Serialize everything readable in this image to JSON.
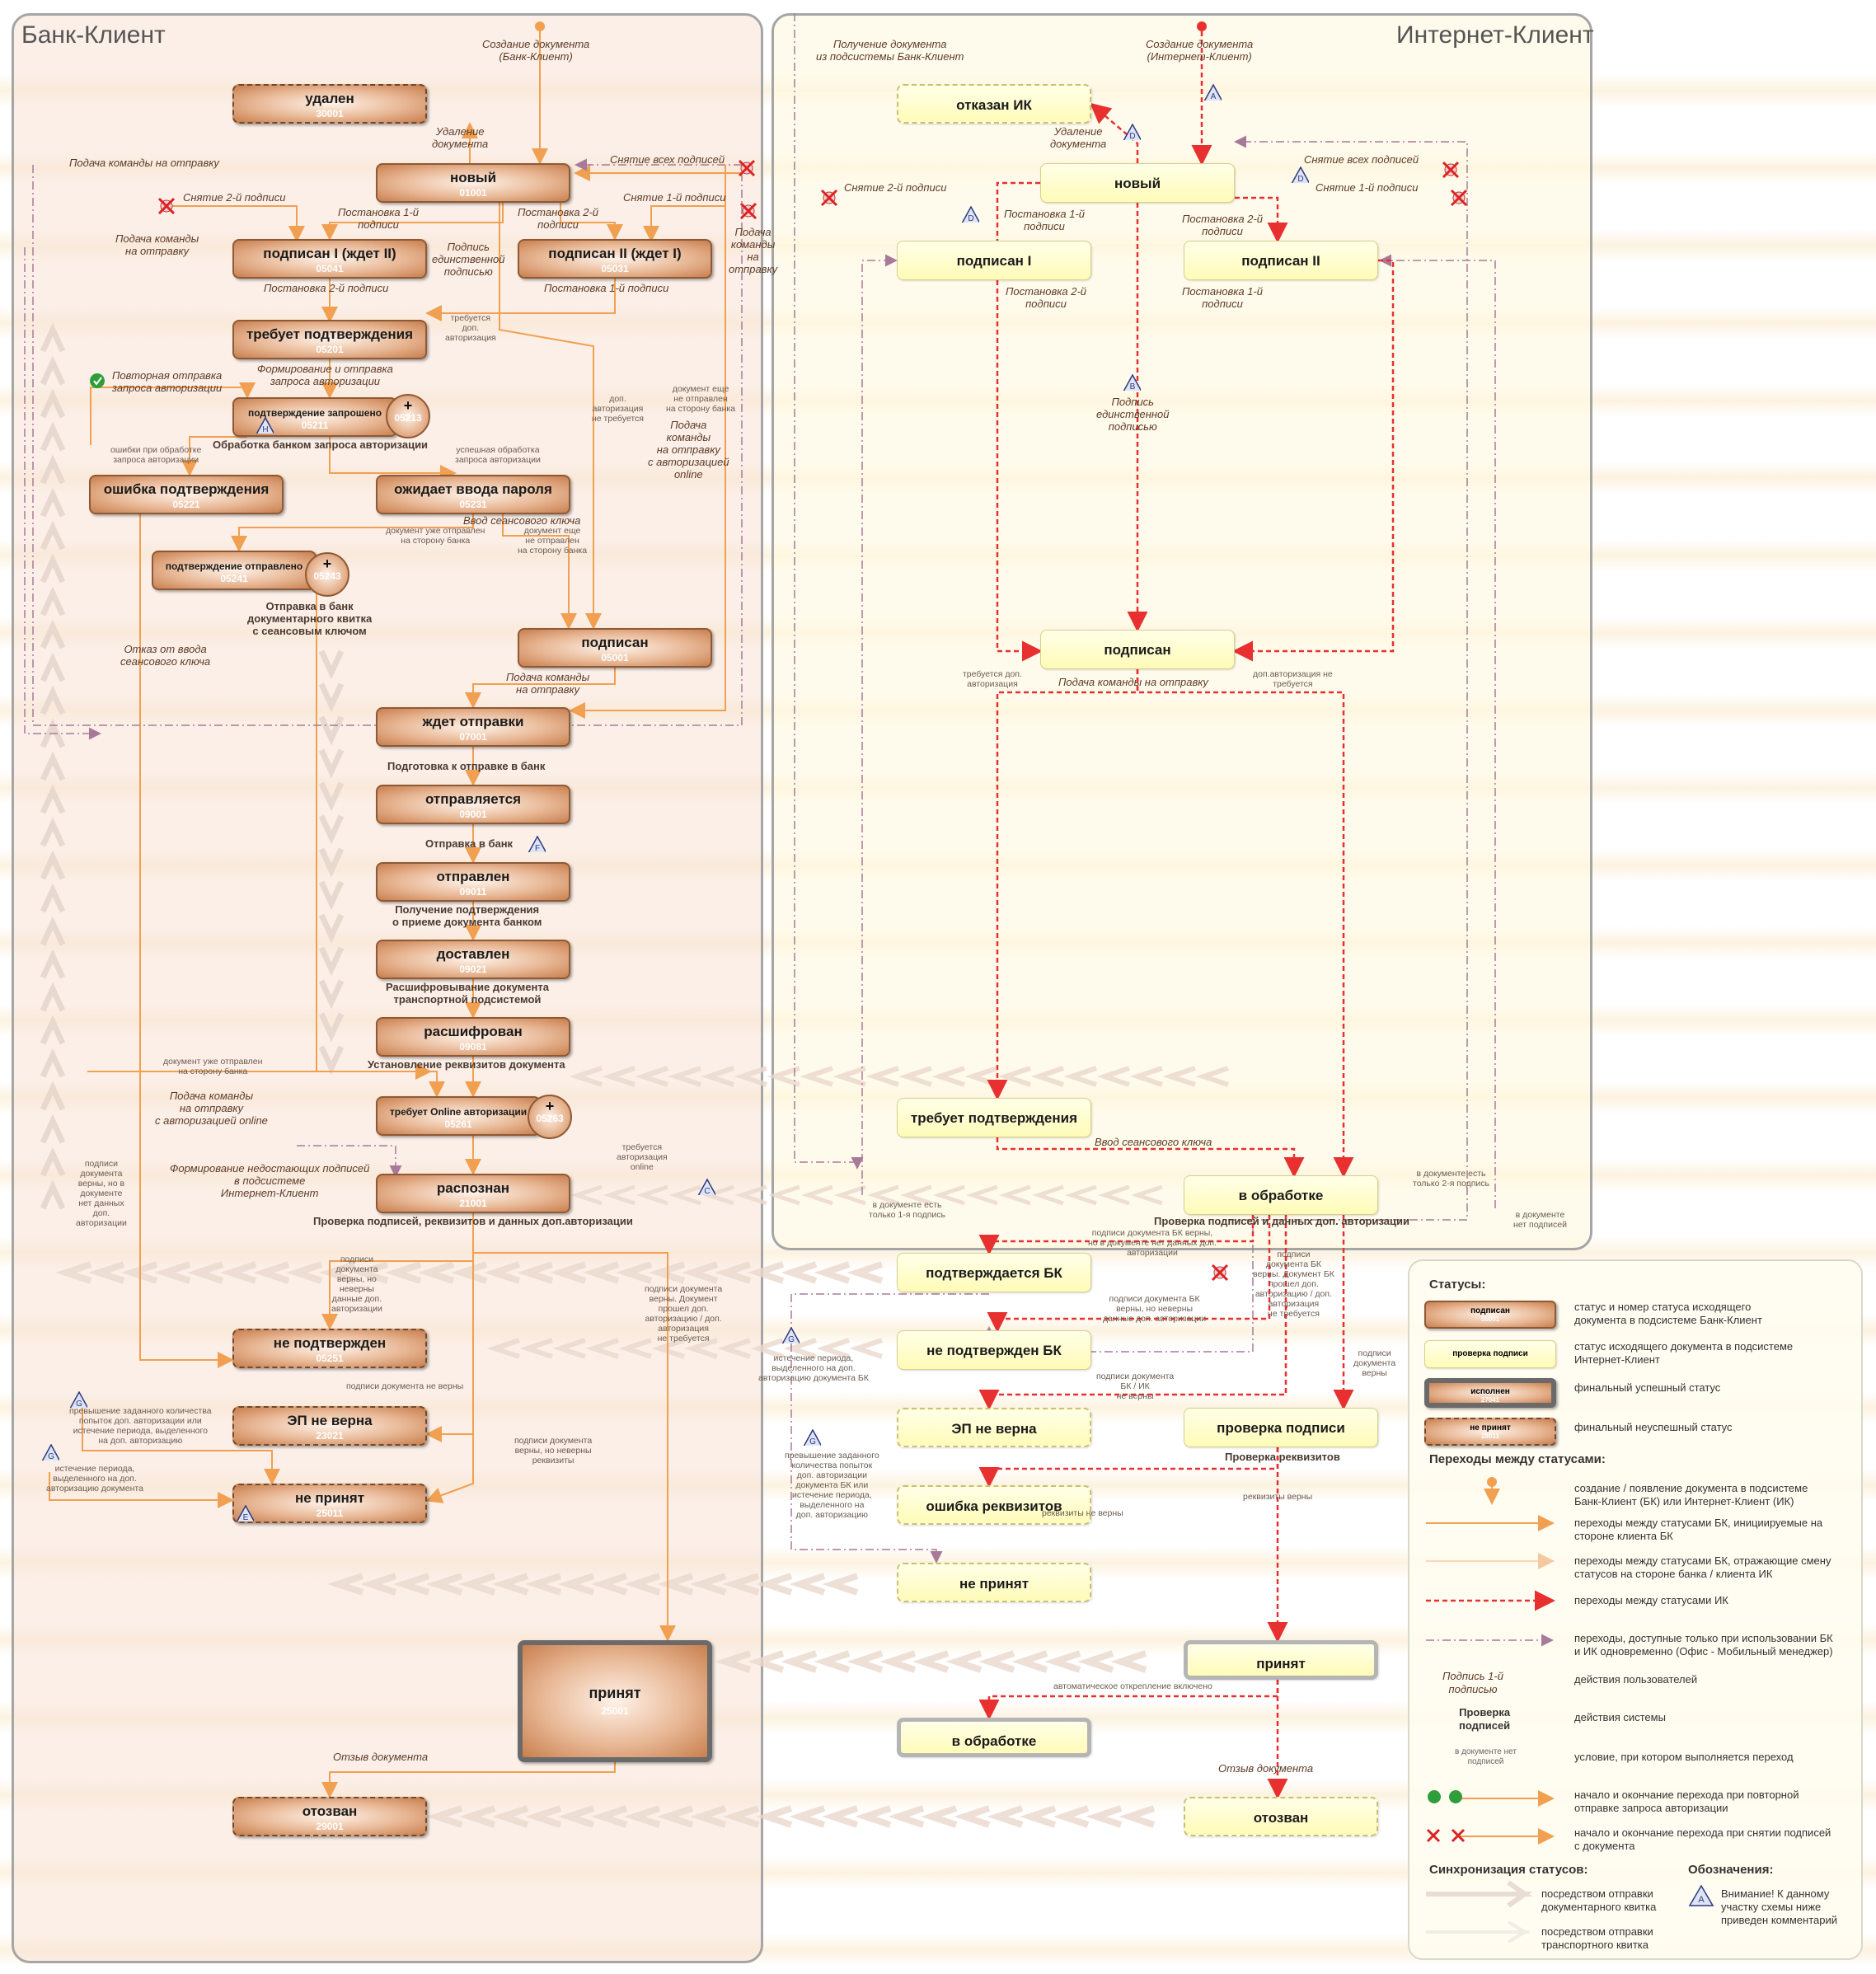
{
  "swimlanes": {
    "bank_client": "Банк-Клиент",
    "internet_client": "Интернет-Клиент"
  },
  "bk_statuses": [
    {
      "id": "udalen",
      "name": "удален",
      "code": "30001"
    },
    {
      "id": "noviy",
      "name": "новый",
      "code": "01001"
    },
    {
      "id": "podpisan1",
      "name": "подписан I (ждет II)",
      "code": "05041"
    },
    {
      "id": "podpisan2",
      "name": "подписан II (ждет I)",
      "code": "05031"
    },
    {
      "id": "trebuet",
      "name": "требует подтверждения",
      "code": "05201"
    },
    {
      "id": "zaprosheno",
      "name": "подтверждение запрошено",
      "code": "05211"
    },
    {
      "id": "oshibka",
      "name": "ошибка подтверждения",
      "code": "05221"
    },
    {
      "id": "ojidaet",
      "name": "ожидает ввода пароля",
      "code": "05231"
    },
    {
      "id": "otpravleno",
      "name": "подтверждение отправлено",
      "code": "05241"
    },
    {
      "id": "podpisan",
      "name": "подписан",
      "code": "05001"
    },
    {
      "id": "jdet",
      "name": "ждет отправки",
      "code": "07001"
    },
    {
      "id": "otpravlyaetsya",
      "name": "отправляется",
      "code": "09001"
    },
    {
      "id": "otpravlen",
      "name": "отправлен",
      "code": "09011"
    },
    {
      "id": "dostavlen",
      "name": "доставлен",
      "code": "09021"
    },
    {
      "id": "rasshifrovan",
      "name": "расшифрован",
      "code": "09081"
    },
    {
      "id": "online",
      "name": "требует Online авторизации",
      "code": "05261"
    },
    {
      "id": "raspoznan",
      "name": "распознан",
      "code": "21001"
    },
    {
      "id": "nepodtv",
      "name": "не подтвержден",
      "code": "05251"
    },
    {
      "id": "epneverna",
      "name": "ЭП не верна",
      "code": "23021"
    },
    {
      "id": "neprinyat",
      "name": "не принят",
      "code": "25011"
    },
    {
      "id": "prinyat",
      "name": "принят",
      "code": "25001"
    },
    {
      "id": "otozvan",
      "name": "отозван",
      "code": "29001"
    }
  ],
  "bk_circles": [
    {
      "id": "c05213",
      "code": "05213"
    },
    {
      "id": "c05243",
      "code": "05243"
    },
    {
      "id": "c05263",
      "code": "05263"
    }
  ],
  "ik_statuses": [
    {
      "id": "otkazan",
      "name": "отказан ИК"
    },
    {
      "id": "noviy",
      "name": "новый"
    },
    {
      "id": "podpisan1",
      "name": "подписан I"
    },
    {
      "id": "podpisan2",
      "name": "подписан II"
    },
    {
      "id": "podpisan",
      "name": "подписан"
    },
    {
      "id": "trebuet",
      "name": "требует подтверждения"
    },
    {
      "id": "obrabotka",
      "name": "в обработке"
    },
    {
      "id": "podtvBK",
      "name": "подтверждается БК"
    },
    {
      "id": "nepodtvBK",
      "name": "не подтвержден БК"
    },
    {
      "id": "epneverna",
      "name": "ЭП не верна"
    },
    {
      "id": "proverka",
      "name": "проверка подписи"
    },
    {
      "id": "oshibka",
      "name": "ошибка реквизитов"
    },
    {
      "id": "neprinyat",
      "name": "не принят"
    },
    {
      "id": "prinyat",
      "name": "принят"
    },
    {
      "id": "obrabotka2",
      "name": "в обработке"
    },
    {
      "id": "otozvan",
      "name": "отозван"
    }
  ],
  "labels": {
    "l1": "Создание документа\n(Банк-Клиент)",
    "l2": "Удаление\nдокумента",
    "l3": "Подача команды на отправку",
    "l4": "Снятие всех подписей",
    "l5": "Снятие 2-й подписи",
    "l6": "Постановка 1-й\nподписи",
    "l7": "Постановка 2-й\nподписи",
    "l8": "Снятие 1-й подписи",
    "l9": "Подача команды\nна отправку",
    "l10": "Подпись\nединственной\nподписью",
    "l11": "Подача\nкоманды\nна\nотправку",
    "l12": "Постановка 2-й подписи",
    "l13": "Постановка 1-й подписи",
    "l14": "Формирование и отправка\nзапроса авторизации",
    "l15": "Повторная отправка\nзапроса авторизации",
    "l16": "Подача\nкоманды\nна отправку\nс авторизацией\nonline",
    "l17": "Ввод сеансового ключа",
    "l18": "Отказ от ввода\nсеансового ключа",
    "l19": "Подача команды\nна отправку",
    "l20": "Подача команды\nна отправку\nс авторизацией online",
    "l21": "Формирование недостающих подписей\nв подсистеме\nИнтернет-Клиент",
    "l22": "Отзыв документа",
    "l23": "Получение документа\nиз подсистемы Банк-Клиент",
    "l24": "Создание документа\n(Интернет-Клиент)",
    "l25": "Удаление\nдокумента",
    "l26": "Снятие всех подписей",
    "l27": "Снятие 2-й подписи",
    "l28": "Постановка 1-й\nподписи",
    "l29": "Постановка 2-й\nподписи",
    "l30": "Снятие 1-й подписи",
    "l31": "Постановка 2-й\nподписи",
    "l32": "Постановка 1-й\nподписи",
    "l33": "Подпись\nединственной\nподписью",
    "l34": "Подача команды на отправку",
    "l35": "Ввод сеансового ключа",
    "l36": "Отзыв документа",
    "s1": "Обработка банком запроса авторизации",
    "s2": "Отправка в банк\nдокументарного квитка\nс сеансовым ключом",
    "s3": "Подготовка к отправке в банк",
    "s4": "Отправка в банк",
    "s5": "Получение подтверждения\nо приеме документа банком",
    "s6": "Расшифровывание документа\nтранспортной подсистемой",
    "s7": "Установление реквизитов документа",
    "s8": "Проверка подписей, реквизитов и данных доп.авторизации",
    "s9": "Проверка подписей и данных доп. авторизации",
    "s10": "Проверка реквизитов",
    "c1": "требуется\nдоп.\nавторизация",
    "c2": "доп.\nавторизация\nне требуется",
    "c3": "документ еще\nне отправлен\nна сторону банка",
    "c4": "ошибки при обработке\nзапроса авторизации",
    "c5": "успешная обработка\nзапроса авторизации",
    "c6": "документ уже отправлен\nна сторону банка",
    "c7": "документ еще\nне отправлен\nна сторону банка",
    "c8": "документ уже отправлен\nна сторону банка",
    "c9": "требуется\nавторизация\nonline",
    "c10": "подписи\nдокумента\nверны, но в\nдокументе\nнет данных\nдоп.\nавторизации",
    "c11": "подписи\nдокумента\nверны, но\nневерны\nданные доп.\nавторизации",
    "c12": "подписи документа\nверны. Документ\nпрошел доп.\nавторизацию / доп.\nавторизация\nне требуется",
    "c13": "подписи документа не верны",
    "c14": "подписи документа\nверны, но неверны\nреквизиты",
    "c15": "превышение заданного количества\nпопыток доп. авторизации или\nистечение периода, выделенного\nна доп. авторизацию",
    "c16": "истечение периода,\nвыделенного на доп.\nавторизацию документа",
    "c17": "требуется доп.\nавторизация",
    "c18": "доп.авторизация не\nтребуется",
    "c19": "в документе есть\nтолько 2-я подпись",
    "c20": "в документе есть\nтолько 1-я подпись",
    "c21": "в документе\nнет подписей",
    "c22": "подписи документа БК верны,\nно в документе нет данных доп.\nавторизации",
    "c23": "подписи\nдокумента БК\nверны. Документ БК\nпрошел доп.\nавторизацию / доп.\nавторизация\nне требуется",
    "c24": "подписи документа БК\nверны, но неверны\nданные доп. авторизации",
    "c25": "истечение периода,\nвыделенного на доп.\nавторизацию документа БК",
    "c26": "подписи документа\nБК / ИК\nне верны",
    "c27": "подписи\nдокумента\nверны",
    "c28": "превышение заданного\nколичества попыток\nдоп. авторизации\nдокумента БК или\nистечение периода,\nвыделенного на\nдоп. авторизацию",
    "c29": "реквизиты не верны",
    "c30": "реквизиты верны",
    "c31": "автоматическое открепление включено"
  },
  "warnings": [
    "A",
    "D",
    "D",
    "D",
    "B",
    "C",
    "F",
    "H",
    "G",
    "G",
    "G",
    "G",
    "E"
  ],
  "legend": {
    "title_statuses": "Статусы:",
    "s1_name": "подписан",
    "s1_code": "05001",
    "s1_text": "статус и номер статуса исходящего\nдокумента в подсистеме Банк-Клиент",
    "s2_name": "проверка подписи",
    "s2_text": "статус исходящего документа в подсистеме\nИнтернет-Клиент",
    "s3_name": "исполнен",
    "s3_code": "27041",
    "s3_text": "финальный успешный статус",
    "s4_name": "не принят",
    "s4_code": "28011",
    "s4_text": "финальный неуспешный статус",
    "title_transitions": "Переходы между статусами:",
    "t1": "создание / появление документа в подсистеме\nБанк-Клиент (БК) или Интернет-Клиент (ИК)",
    "t2": "переходы между статусами БК, инициируемые на\nстороне клиента БК",
    "t3": "переходы между статусами БК, отражающие смену\nстатусов на стороне банка / клиента ИК",
    "t4": "переходы между статусами ИК",
    "t5": "переходы, доступные только при использовании БК\nи ИК одновременно (Офис - Мобильный менеджер)",
    "t6_key": "Подпись 1-й\nподписью",
    "t6": "действия пользователей",
    "t7_key": "Проверка\nподписей",
    "t7": "действия системы",
    "t8_key": "в документе нет\nподписей",
    "t8": "условие, при котором выполняется переход",
    "t9": "начало и окончание перехода при повторной\nотправке запроса авторизации",
    "t10": "начало и окончание перехода при снятии подписей\nс документа",
    "title_sync": "Синхронизация статусов:",
    "sync1": "посредством отправки\nдокументарного квитка",
    "sync2": "посредством отправки\nтранспортного квитка",
    "title_notation": "Обозначения:",
    "notation_symbol": "A",
    "notation": "Внимание! К данному\nучастку схемы ниже\nприведен комментарий"
  },
  "colors": {
    "bk_accent": "#f0a050",
    "ik_accent": "#e83030",
    "bk_node": "#d99a70",
    "ik_node": "#fff8b0",
    "dashdot": "#a87a9a"
  }
}
